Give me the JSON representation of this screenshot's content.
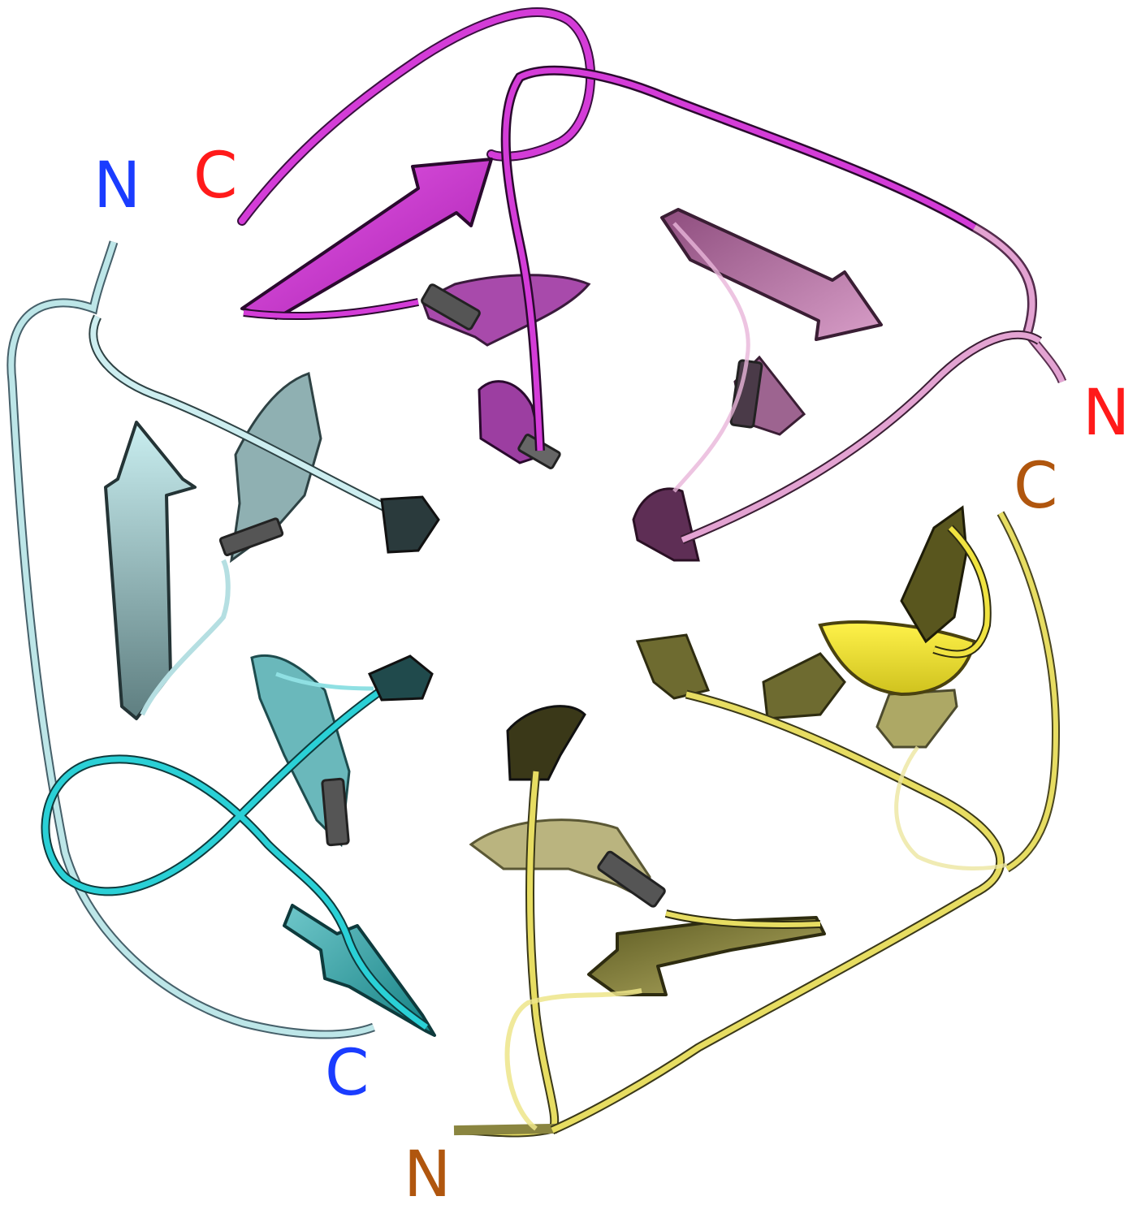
{
  "colors": {
    "background": "#ffffff",
    "magenta_chain": "#d43cd8",
    "pink_chain": "#d98fc6",
    "lightcyan_chain": "#bde6e8",
    "cyan_chain": "#2ad0d6",
    "yellow_chain": "#e7dd62",
    "olive_chain": "#8a8540",
    "label_red": "#ff1a1a",
    "label_blue": "#1a3cff",
    "label_brown": "#b0560e"
  },
  "labels": {
    "c_red_top": "C",
    "n_blue_left": "N",
    "n_red_right": "N",
    "c_brown_right": "C",
    "c_blue_bottom": "C",
    "n_brown_bottom": "N"
  }
}
